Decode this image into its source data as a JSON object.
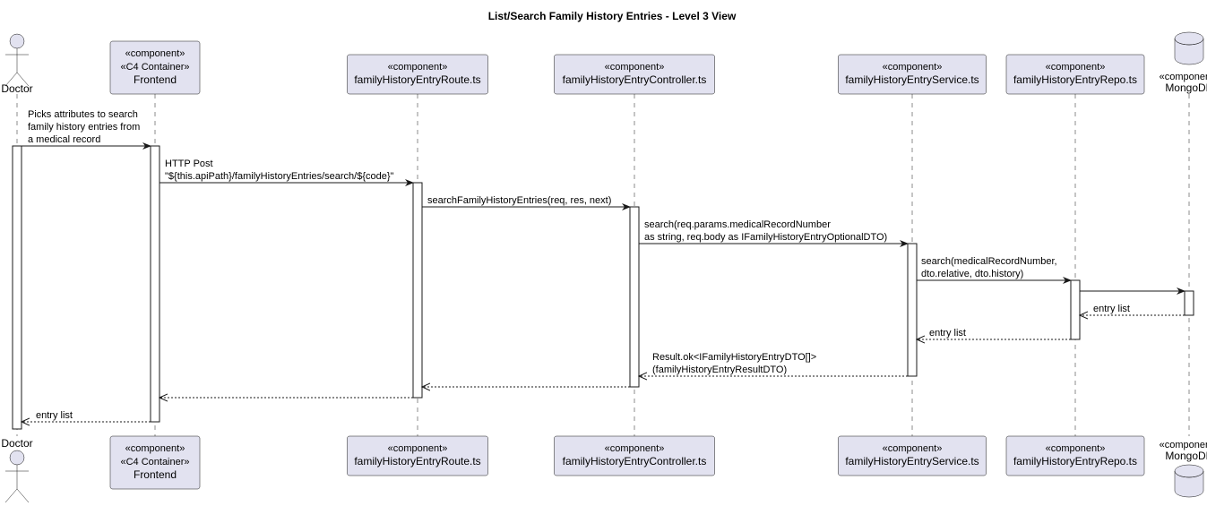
{
  "title": "List/Search Family History Entries - Level 3 View",
  "colors": {
    "participant_fill": "#E2E2F0",
    "participant_stroke": "#181818",
    "lifeline": "#181818",
    "activation_fill": "#FFFFFF",
    "text": "#000000"
  },
  "participants": [
    {
      "id": "doctor",
      "type": "actor",
      "lines": [
        "Doctor"
      ]
    },
    {
      "id": "frontend",
      "type": "box",
      "lines": [
        "«component»",
        "«C4 Container»",
        "Frontend"
      ]
    },
    {
      "id": "route",
      "type": "box",
      "lines": [
        "«component»",
        "familyHistoryEntryRoute.ts"
      ]
    },
    {
      "id": "controller",
      "type": "box",
      "lines": [
        "«component»",
        "familyHistoryEntryController.ts"
      ]
    },
    {
      "id": "service",
      "type": "box",
      "lines": [
        "«component»",
        "familyHistoryEntryService.ts"
      ]
    },
    {
      "id": "repo",
      "type": "box",
      "lines": [
        "«component»",
        "familyHistoryEntryRepo.ts"
      ]
    },
    {
      "id": "mongodb",
      "type": "database",
      "lines": [
        "«component»",
        "MongoDB"
      ]
    }
  ],
  "messages": [
    {
      "from": "doctor",
      "to": "frontend",
      "kind": "sync",
      "lines": [
        "Picks attributes to search",
        "family history entries from",
        "a medical record"
      ]
    },
    {
      "from": "frontend",
      "to": "route",
      "kind": "sync",
      "lines": [
        "HTTP Post",
        "\"${this.apiPath}/familyHistoryEntries/search/${code}\""
      ]
    },
    {
      "from": "route",
      "to": "controller",
      "kind": "sync",
      "lines": [
        "searchFamilyHistoryEntries(req, res, next)"
      ]
    },
    {
      "from": "controller",
      "to": "service",
      "kind": "sync",
      "lines": [
        "search(req.params.medicalRecordNumber",
        "as string, req.body as IFamilyHistoryEntryOptionalDTO)"
      ]
    },
    {
      "from": "service",
      "to": "repo",
      "kind": "sync",
      "lines": [
        "search(medicalRecordNumber,",
        "dto.relative, dto.history)"
      ]
    },
    {
      "from": "repo",
      "to": "mongodb",
      "kind": "sync",
      "lines": []
    },
    {
      "from": "mongodb",
      "to": "repo",
      "kind": "return",
      "lines": [
        "entry list"
      ]
    },
    {
      "from": "repo",
      "to": "service",
      "kind": "return",
      "lines": [
        "entry list"
      ]
    },
    {
      "from": "service",
      "to": "controller",
      "kind": "return",
      "lines": [
        "Result.ok<IFamilyHistoryEntryDTO[]>",
        "(familyHistoryEntryResultDTO)"
      ]
    },
    {
      "from": "controller",
      "to": "route",
      "kind": "return",
      "lines": []
    },
    {
      "from": "route",
      "to": "frontend",
      "kind": "return",
      "lines": []
    },
    {
      "from": "frontend",
      "to": "doctor",
      "kind": "return",
      "lines": [
        "entry list"
      ]
    }
  ]
}
